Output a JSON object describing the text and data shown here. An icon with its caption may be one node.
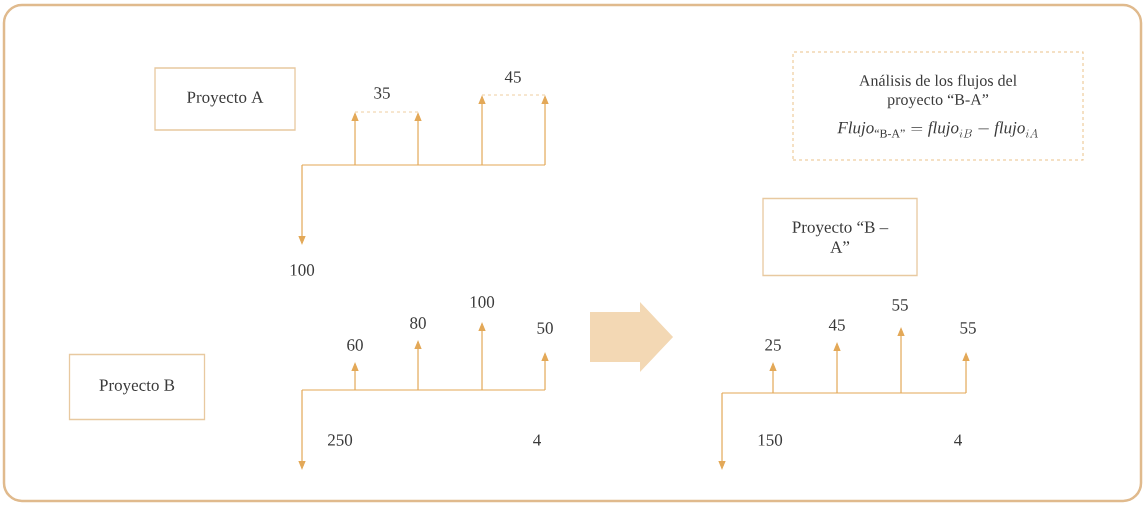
{
  "diagram": {
    "nodes": [
      {
        "text": [
          "Proyecto A"
        ]
      },
      {
        "text": [
          "Proyecto B"
        ]
      },
      {
        "text": [
          "Análisis de los flujos del proyecto “B-A”",
          "\\mathit{Flujo}_{\\text{“B-A”}}=\\mathit{flujo}_{iB}-\\mathit{flujo}_{iA}"
        ]
      },
      {
        "text": [
          "Proyecto “B – A”"
        ]
      }
    ],
    "labels": [
      "35",
      "45",
      "100",
      "60",
      "80",
      "100",
      "50",
      "250",
      "4",
      "25",
      "45",
      "55",
      "55",
      "150",
      "4"
    ]
  }
}
